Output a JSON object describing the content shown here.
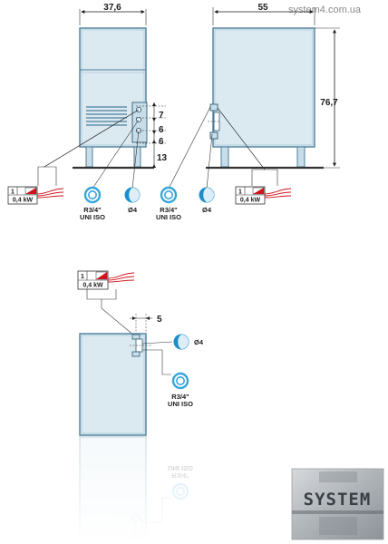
{
  "watermark": "system4.com.ua",
  "front_view": {
    "width": "37,6",
    "spacings": [
      "7",
      "6",
      "6"
    ],
    "foot_height": "13"
  },
  "side_view": {
    "depth": "55",
    "height": "76,7"
  },
  "top_view": {
    "offset": "5"
  },
  "connections": {
    "power_phase": "1",
    "power_rating": "0,4 kW",
    "drain_label_line1": "R3/4\"",
    "drain_label_line2": "UNI ISO",
    "water_inlet_label": "Ø4"
  },
  "logo": {
    "text": "SYSTEM"
  },
  "colors": {
    "cabinet_fill": "#dbe9f1",
    "cabinet_stroke": "#4d7f99",
    "cabinet_stroke_dark": "#2f5d78",
    "water_icon": "#1e8ec9",
    "drain_icon": "#37a6d9",
    "power_red": "#d0121b",
    "leader_line": "#333333",
    "logo_bg": "#b9bec3"
  }
}
